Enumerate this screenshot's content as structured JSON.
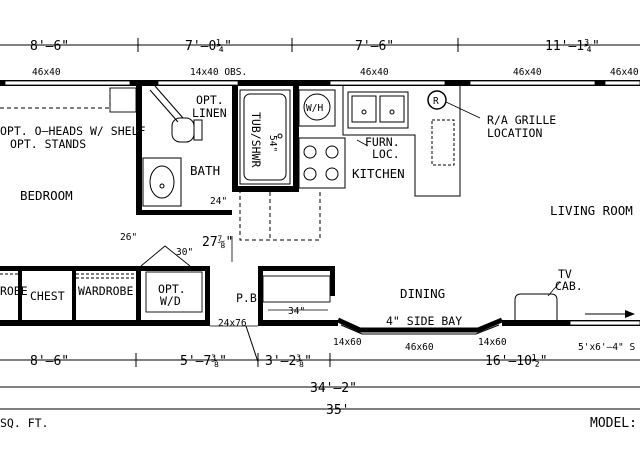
{
  "top_dimensions": [
    "8'–6\"",
    "7'–0¼\"",
    "7'–6\"",
    "11'–1¾\""
  ],
  "window_labels_top": [
    "46x40",
    "14x40 OBS.",
    "46x40",
    "46x40",
    "46x40"
  ],
  "labels": {
    "opt_linen": [
      "OPT.",
      "LINEN"
    ],
    "tub_shwr": "TUB/SHWR",
    "tub_size": "54\"",
    "wh": "W/H",
    "grille_symbol": "R",
    "ra_grille": [
      "R/A GRILLE",
      "LOCATION"
    ],
    "furn_loc": [
      "FURN.",
      "LOC."
    ],
    "opt_heads": [
      "OPT. O–HEADS W/ SHELF",
      "OPT. STANDS"
    ],
    "dim_24_bath": "24\"",
    "dim_26": "26\"",
    "dim_30": "30\"",
    "dim_27": "27⅞\"",
    "wardrobe_left": "ROBE",
    "chest": "CHEST",
    "wardrobe": "WARDROBE",
    "opt_wd": [
      "OPT.",
      "W/D"
    ],
    "pb": "P.B.",
    "dim_34": "34\"",
    "tv_cab": [
      "TV",
      "CAB."
    ],
    "door_24x76": "24x76",
    "side_bay": "4\" SIDE BAY",
    "bot_win_1": "14x60",
    "bot_win_2": "46x60",
    "bot_win_3": "14x60",
    "slider": "5'x6'–4\" S"
  },
  "rooms": {
    "bedroom": "BEDROOM",
    "bath": "BATH",
    "kitchen": "KITCHEN",
    "living_room": "LIVING ROOM",
    "dining": "DINING"
  },
  "bottom_dimensions": [
    "8'–6\"",
    "5'–7⅜\"",
    "3'–2⅜\"",
    "16'–10½\""
  ],
  "overall": {
    "inside_length": "34'–2\"",
    "outside_length": "35'"
  },
  "footer": {
    "sq_ft": "SQ. FT.",
    "model": "MODEL:"
  }
}
